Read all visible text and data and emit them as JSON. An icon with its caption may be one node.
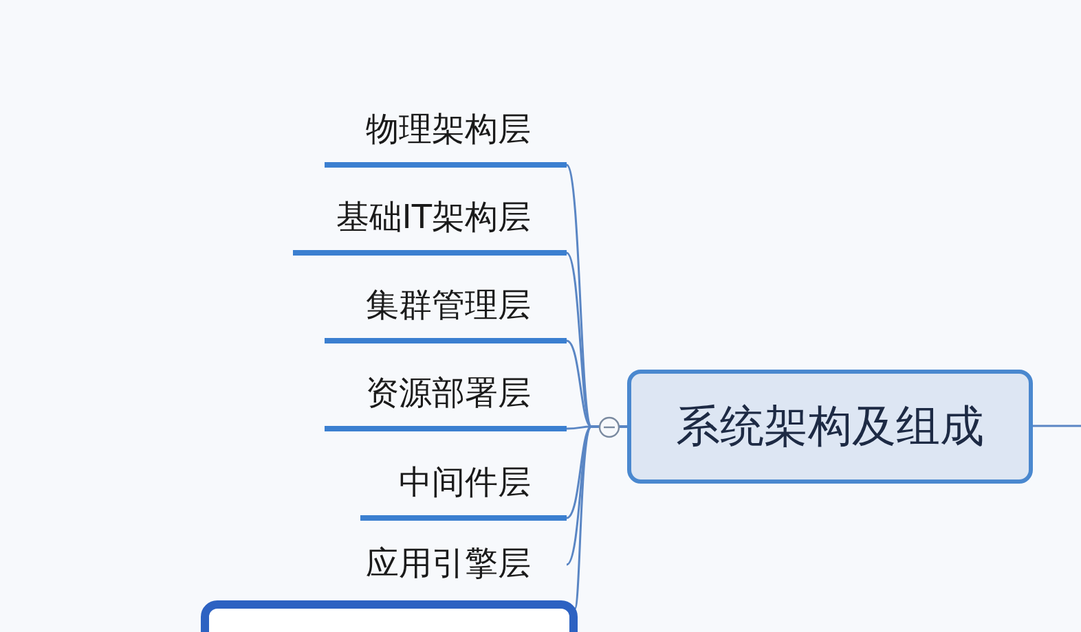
{
  "diagram": {
    "nodes": [
      {
        "text": [
          "系统架构及组成"
        ]
      },
      {
        "text": [
          "物理架构层"
        ]
      },
      {
        "text": [
          "基础IT架构层"
        ]
      },
      {
        "text": [
          "集群管理层"
        ]
      },
      {
        "text": [
          "资源部署层"
        ]
      },
      {
        "text": [
          "中间件层"
        ]
      },
      {
        "text": [
          "应用引擎层"
        ]
      },
      {
        "text": [],
        "shape": "box"
      }
    ],
    "edges": [
      {
        "from": 0,
        "to": 1,
        "arrow": "none"
      },
      {
        "from": 0,
        "to": 2,
        "arrow": "none"
      },
      {
        "from": 0,
        "to": 3,
        "arrow": "none"
      },
      {
        "from": 0,
        "to": 4,
        "arrow": "none"
      },
      {
        "from": 0,
        "to": 5,
        "arrow": "none"
      },
      {
        "from": 0,
        "to": 6,
        "arrow": "none"
      },
      {
        "from": 0,
        "to": 7,
        "arrow": "none"
      },
      {
        "from": 0,
        "to": null,
        "arrow": "none"
      }
    ]
  }
}
